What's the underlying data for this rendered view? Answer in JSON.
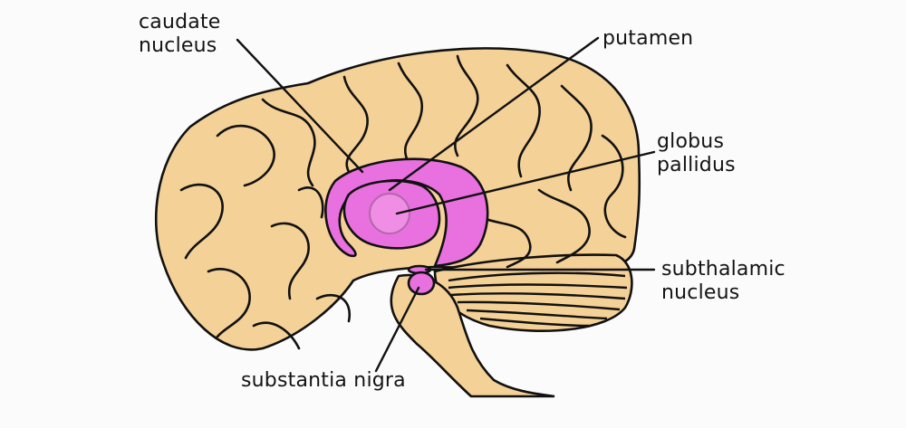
{
  "labels": {
    "caudate_nucleus": [
      "caudate",
      "nucleus"
    ],
    "putamen": [
      "putamen"
    ],
    "globus_pallidus": [
      "globus",
      "pallidus"
    ],
    "subthalamic_nucleus": [
      "subthalamic",
      "nucleus"
    ],
    "substantia_nigra": [
      "substantia nigra"
    ]
  },
  "colors": {
    "brain_fill": "#f4d197",
    "basal_ganglia_fill": "#e870df",
    "globus_fill": "#f08ee6",
    "outline": "#111111",
    "background": "#fbfbfb"
  }
}
